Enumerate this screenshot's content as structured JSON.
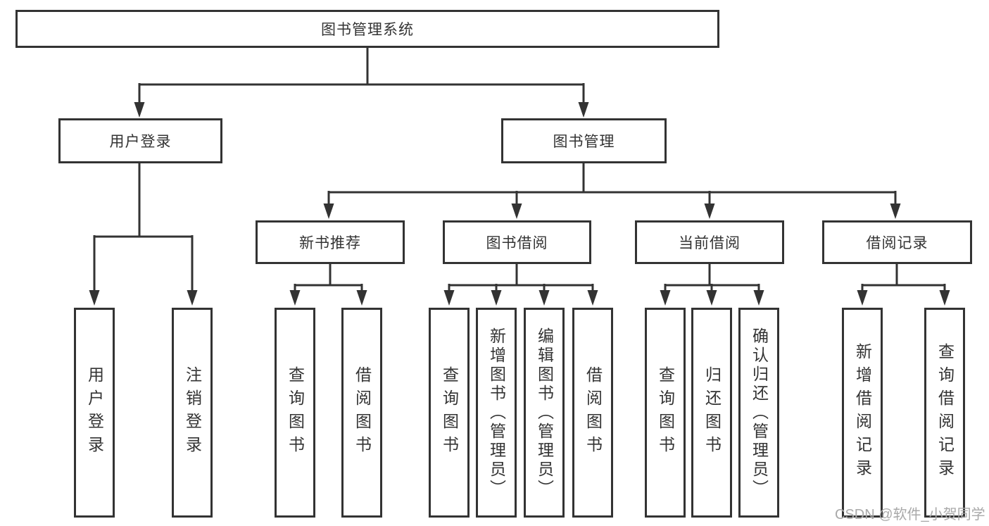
{
  "tree": {
    "label": "图书管理系统",
    "children": [
      {
        "label": "用户登录",
        "children": [
          {
            "label": "用户登录"
          },
          {
            "label": "注销登录"
          }
        ]
      },
      {
        "label": "图书管理",
        "children": [
          {
            "label": "新书推荐",
            "children": [
              {
                "label": "查询图书"
              },
              {
                "label": "借阅图书"
              }
            ]
          },
          {
            "label": "图书借阅",
            "children": [
              {
                "label": "查询图书"
              },
              {
                "label": "新增图书（管理员）"
              },
              {
                "label": "编辑图书（管理员）"
              },
              {
                "label": "借阅图书"
              }
            ]
          },
          {
            "label": "当前借阅",
            "children": [
              {
                "label": "查询图书"
              },
              {
                "label": "归还图书"
              },
              {
                "label": "确认归还（管理员）"
              }
            ]
          },
          {
            "label": "借阅记录",
            "children": [
              {
                "label": "新增借阅记录"
              },
              {
                "label": "查询借阅记录"
              }
            ]
          }
        ]
      }
    ]
  },
  "watermark": "CSDN @软件_小贺同学",
  "colors": {
    "line": "#333333",
    "text": "#333333",
    "background": "#ffffff",
    "watermark": "#a9a9a9"
  }
}
